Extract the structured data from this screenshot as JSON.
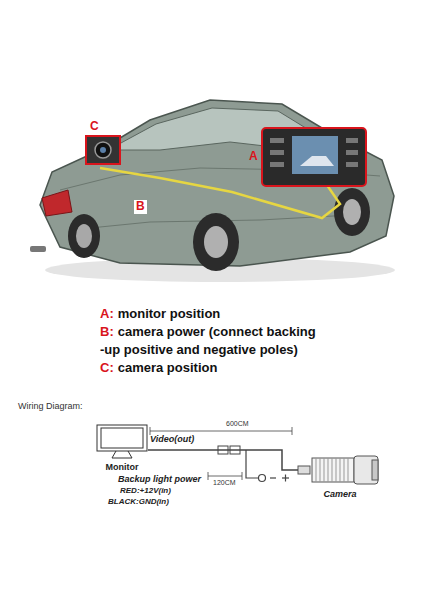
{
  "diagram": {
    "nodes": [
      {
        "text": [
          "Monitor"
        ]
      },
      {
        "text": [
          "Camera"
        ]
      }
    ],
    "edges": [
      {
        "from": 0,
        "to": 1,
        "arrow": "none",
        "label": "Video(out)"
      }
    ],
    "labels": [
      "A",
      "C",
      "B",
      "A:",
      "monitor position",
      "B:",
      "camera power (connect backing -up positive and negative poles)",
      "C:",
      "camera position",
      "Wiring Diagram:",
      "600CM",
      "Backup light power",
      "RED:+12V(in)",
      "BLACK:GND(in)",
      "120CM"
    ]
  }
}
